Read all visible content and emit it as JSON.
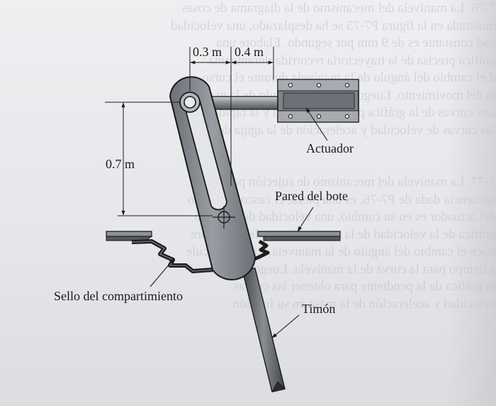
{
  "dimensions": {
    "width_left": "0.3 m",
    "width_right": "0.4 m",
    "height": "0.7 m"
  },
  "labels": {
    "actuator": "Actuador",
    "boat_wall": "Pared del bote",
    "compartment_seal": "Sello del compartimiento",
    "rudder": "Timón"
  },
  "bleed_text": [
    "7-76. La manivela del mecanismo de la diagrama de cosas",
    "mostrada en la figura P7-75 se ha desplazado, una velocidad",
    "bad constante es de 9 mm por segundo. Elabore una",
    "gráfica precisa de la trayectoria recorrida durante una",
    "d el cambio del ángulo de la manivela durante el curso",
    "la del movimiento. Luego, calcule el ángulo de la manivela",
    "Las curvas de la gráfica para la velocidad y la rapidez",
    "las curvas de velocidad y aceleración de la aguja de la",
    "",
    "",
    "7-77. La manivela del mecanismo de sujeción para una",
    "secuencia dada de P7-76, es una pieza, el casco completo",
    "del actuador es en su cambio, una velocidad de su mano",
    "gráfica de la velocidad de la manivela completa. Elabore",
    "trace el cambio del ángulo de la manivela. Luego, calcule",
    "a tiempo para la curva de la manivela. Luego, calcule",
    "la gráfica de la pendiente para obtener las curvas",
    "velocidad y aceleración de la masa en su función"
  ],
  "colors": {
    "line": "#1a1a1a",
    "metal": "#8e9197",
    "metal_dark": "#5a5d63",
    "seal": "#222222"
  }
}
